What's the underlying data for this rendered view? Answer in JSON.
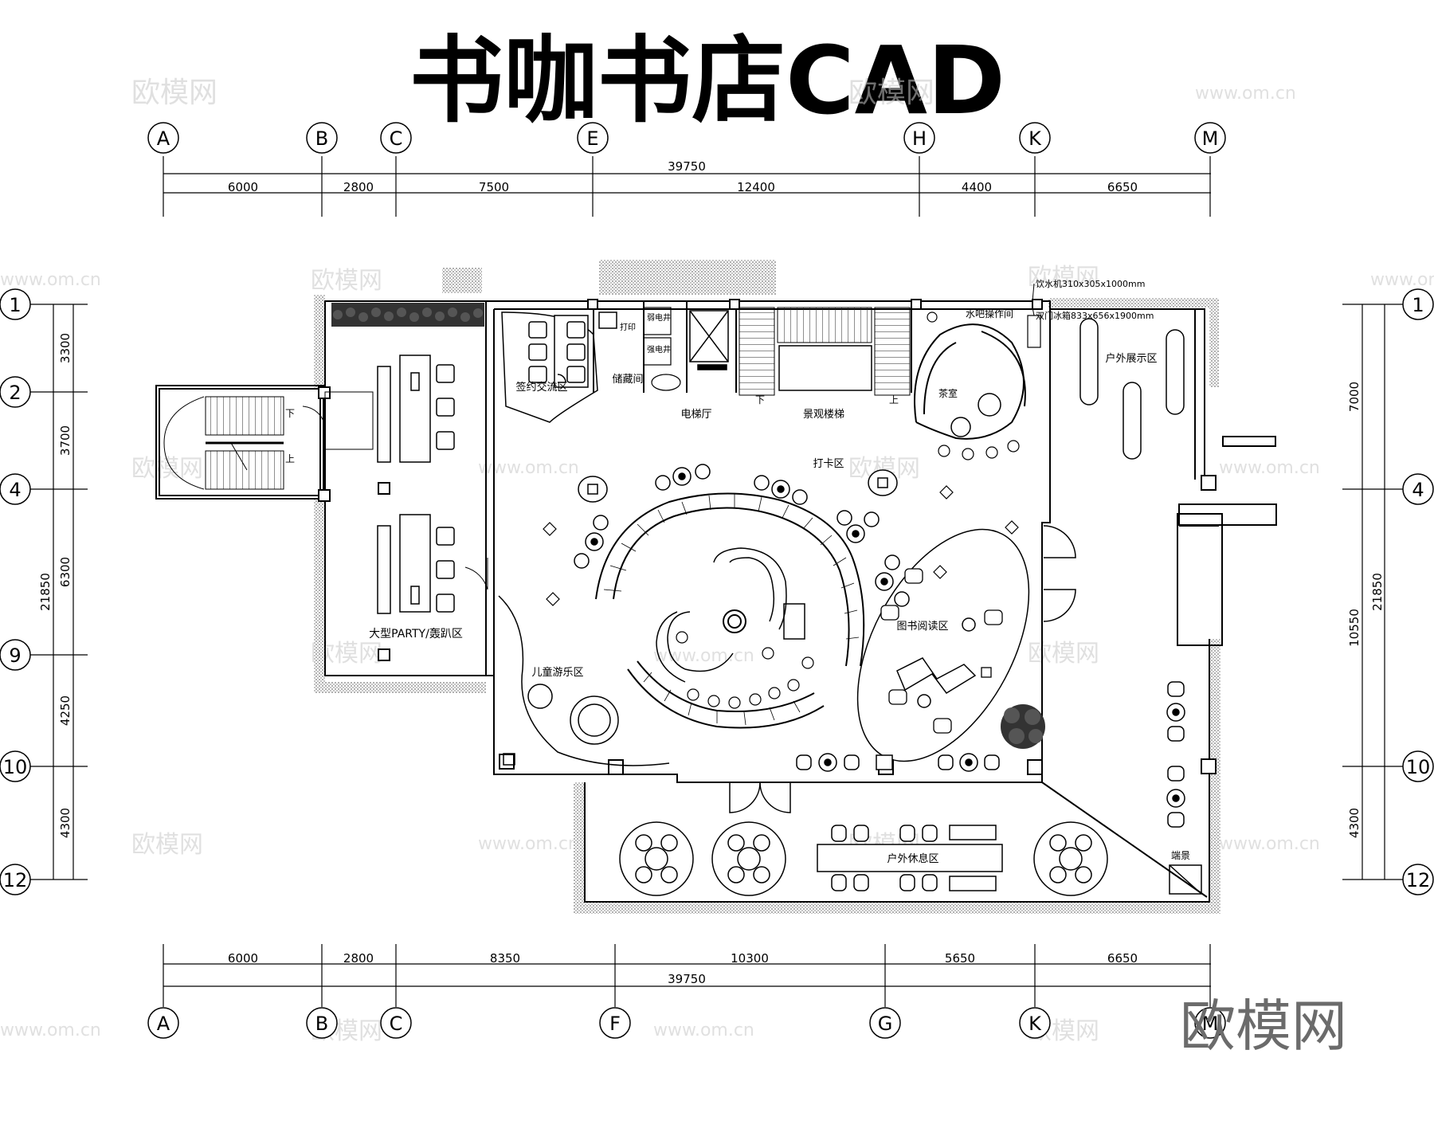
{
  "title": "书咖书店CAD",
  "brand_mark": "欧模网",
  "watermarks": [
    "欧模网",
    "www.om.cn"
  ],
  "grid": {
    "top_labels": [
      "A",
      "B",
      "C",
      "E",
      "H",
      "K",
      "M"
    ],
    "bottom_labels": [
      "A",
      "B",
      "C",
      "F",
      "G",
      "K",
      "M"
    ],
    "row_labels": [
      "1",
      "2",
      "4",
      "9",
      "10",
      "12"
    ],
    "top_total": "39750",
    "top_spans": [
      "6000",
      "2800",
      "7500",
      "12400",
      "4400",
      "6650"
    ],
    "bottom_total": "39750",
    "bottom_spans": [
      "6000",
      "2800",
      "8350",
      "10300",
      "5650",
      "6650"
    ],
    "left_total": "21850",
    "left_spans": [
      "3300",
      "3700",
      "6300",
      "4250",
      "4300"
    ],
    "right_total": "21850",
    "right_spans": [
      "7000",
      "10550",
      "4300"
    ]
  },
  "rooms": {
    "party": "大型PARTY/轰趴区",
    "signing": "签约交流区",
    "storage": "储藏间",
    "print": "打印",
    "weak_shaft": "弱电井",
    "strong_shaft": "强电井",
    "elevator_hall": "电梯厅",
    "landscape_stair": "景观楼梯",
    "water_bar": "水吧操作间",
    "tea_room": "茶室",
    "outdoor_display": "户外展示区",
    "checkin": "打卡区",
    "kids": "儿童游乐区",
    "reading": "图书阅读区",
    "outdoor_rest": "户外休息区",
    "feature_wall": "端景",
    "stair_down": "下",
    "stair_up": "上"
  },
  "notes": {
    "water_dispenser": "饮水机310x305x1000mm",
    "fridge": "双门冰箱833x656x1900mm"
  }
}
